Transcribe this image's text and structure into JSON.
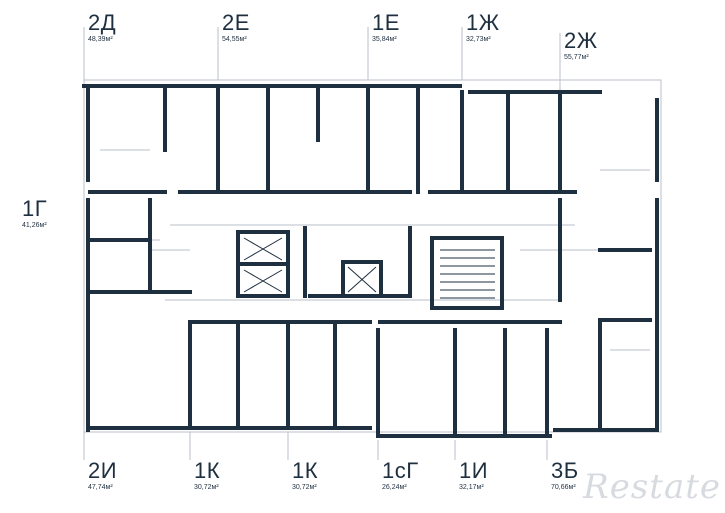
{
  "units": [
    {
      "id": "2d",
      "code": "2Д",
      "area": "48,39м²"
    },
    {
      "id": "2e",
      "code": "2Е",
      "area": "54,55м²"
    },
    {
      "id": "1e",
      "code": "1Е",
      "area": "35,84м²"
    },
    {
      "id": "1zh",
      "code": "1Ж",
      "area": "32,73м²"
    },
    {
      "id": "2zh",
      "code": "2Ж",
      "area": "55,77м²"
    },
    {
      "id": "1g",
      "code": "1Г",
      "area": "41,26м²"
    },
    {
      "id": "2i",
      "code": "2И",
      "area": "47,74м²"
    },
    {
      "id": "1k-a",
      "code": "1К",
      "area": "30,72м²"
    },
    {
      "id": "1k-b",
      "code": "1К",
      "area": "30,72м²"
    },
    {
      "id": "1sg",
      "code": "1сГ",
      "area": "26,24м²"
    },
    {
      "id": "1i",
      "code": "1И",
      "area": "32,17м²"
    },
    {
      "id": "3b",
      "code": "3Б",
      "area": "70,66м²"
    }
  ],
  "watermark": "Restate",
  "colors": {
    "wall": "#1e2f40",
    "line": "#b9c1c9",
    "text": "#1e2f40"
  }
}
